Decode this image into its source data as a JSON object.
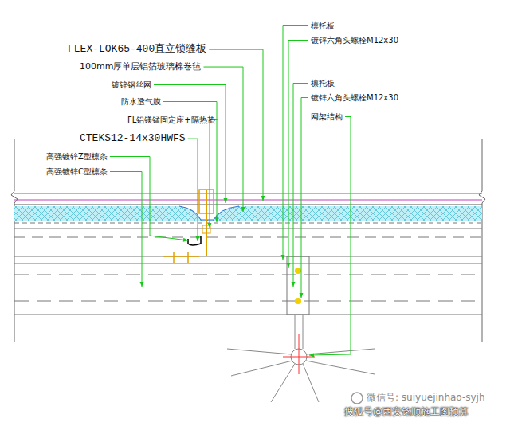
{
  "diagram": {
    "labels": [
      "FLEX-LOK65-400直立锁缝板",
      "100mm厚单层铝箔玻璃棉卷毡",
      "镀锌钢丝网",
      "防水透气膜",
      "FL铝镁锰固定座+隔热垫",
      "CTEKS12-14x30HWFS",
      "高强镀锌Z型檩条",
      "高强镀锌C型檩条",
      "檩托板",
      "镀锌六角头螺栓M12x30",
      "檩托板",
      "镀锌六角头螺栓M12x30",
      "网架结构",
      "微信号: suiyuejinhao-syjh",
      "搜狐号@西安铭顺施工图预算"
    ]
  }
}
